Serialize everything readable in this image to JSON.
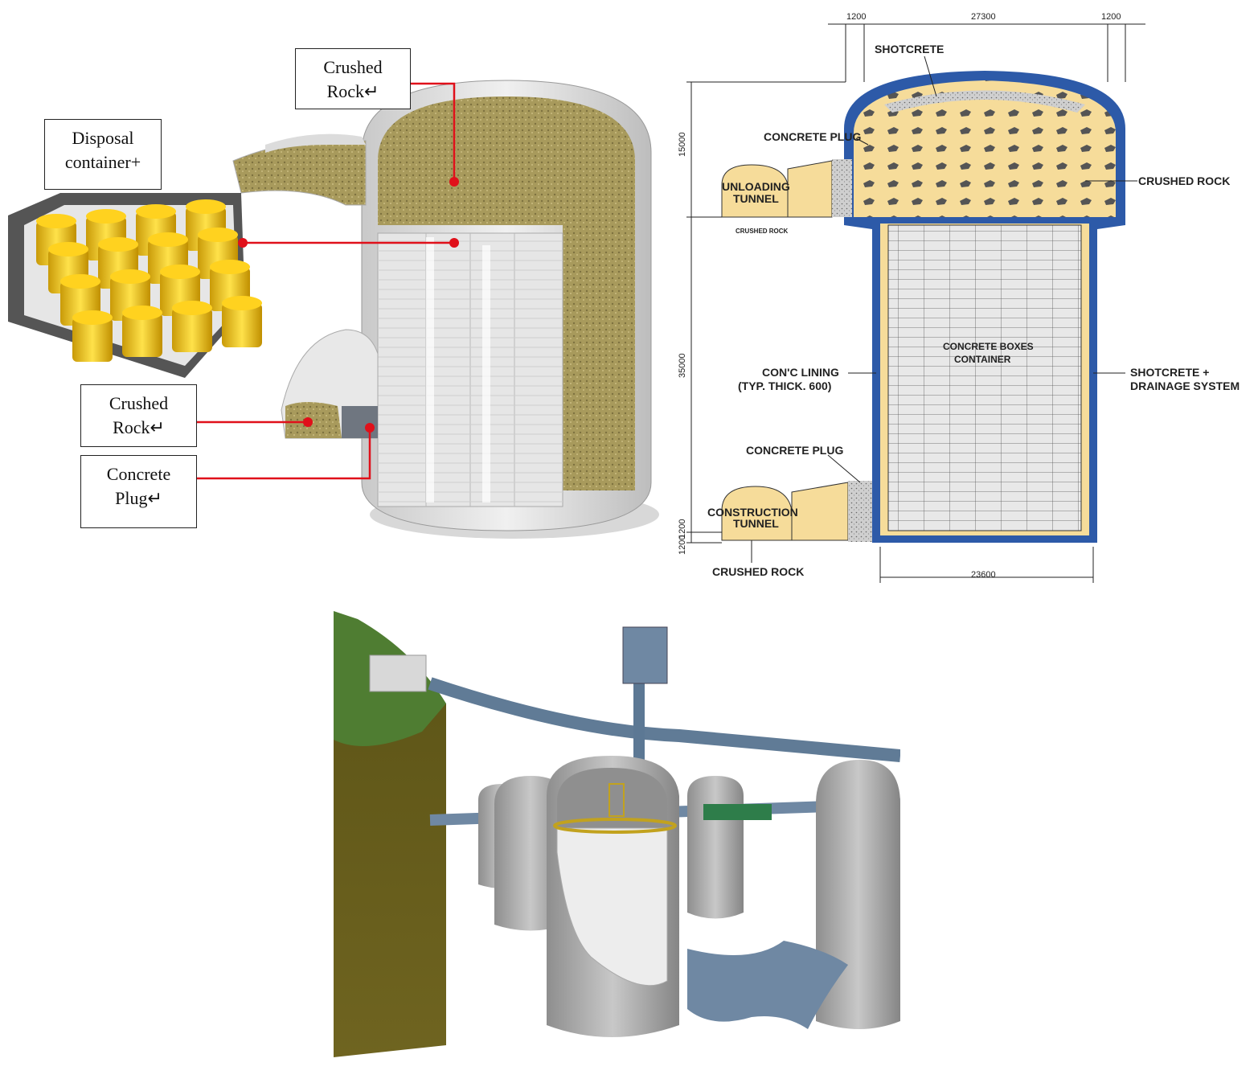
{
  "cutaway": {
    "callouts": {
      "crushed_rock_top": [
        "Crushed",
        "Rock↵"
      ],
      "disposal_container": [
        "Disposal",
        "container+"
      ],
      "crushed_rock_bottom": [
        "Crushed",
        "Rock↵"
      ],
      "concrete_plug": [
        "Concrete",
        "Plug↵"
      ]
    }
  },
  "section": {
    "labels": {
      "shotcrete": "SHOTCRETE",
      "concrete_plug_top": "CONCRETE PLUG",
      "crushed_rock_right": "CRUSHED ROCK",
      "unloading_tunnel_1": "UNLOADING",
      "unloading_tunnel_2": "TUNNEL",
      "crushed_rock_small": "CRUSHED ROCK",
      "concrete_boxes_1": "CONCRETE BOXES",
      "concrete_boxes_2": "CONTAINER",
      "lining_1": "CON'C LINING",
      "lining_2": "(TYP. THICK. 600)",
      "shotcrete_drain_1": "SHOTCRETE +",
      "shotcrete_drain_2": "DRAINAGE SYSTEM",
      "concrete_plug_bottom": "CONCRETE PLUG",
      "construction_tunnel_1": "CONSTRUCTION",
      "construction_tunnel_2": "TUNNEL",
      "crushed_rock_bottom": "CRUSHED ROCK"
    },
    "dimensions": {
      "top_left": "1200",
      "top_mid": "27300",
      "top_right": "1200",
      "left_upper": "15000",
      "left_mid": "35000",
      "left_low_1": "1200",
      "left_low_2": "1200",
      "bottom": "23600"
    }
  },
  "colors": {
    "callout_line": "#e0101a",
    "barrel": "#f2c21b",
    "crushed_rock": "#a89a5c",
    "shotcrete_blue": "#2d5aa8",
    "fill_tan": "#f6dc9a"
  }
}
